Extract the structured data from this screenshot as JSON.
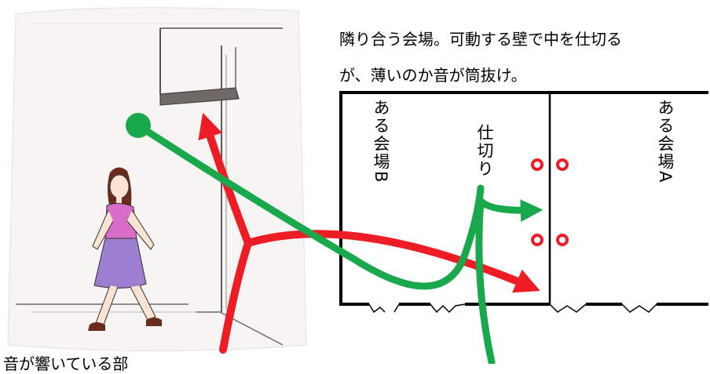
{
  "captions": {
    "line1": "隣り合う会場。可動する壁で中を仕切る",
    "line2": "が、薄いのか音が筒抜け。",
    "bottom": "音が響いている部"
  },
  "labels": {
    "hall_b": "ある会場B",
    "partition": "仕切り",
    "hall_a": "ある会場A"
  },
  "colors": {
    "red_arrow": "#ee1c24",
    "green_arrow": "#1aa84c",
    "speaker_marker": "#ee1c24",
    "floor_plan": "#000000",
    "skirt": "#9c7fd0",
    "shirt": "#d86cc8",
    "hair": "#6b2a1e"
  },
  "icons": [
    "sound-source-dot",
    "speaker-marker",
    "woman-walking-illustration",
    "corridor-sketch"
  ]
}
